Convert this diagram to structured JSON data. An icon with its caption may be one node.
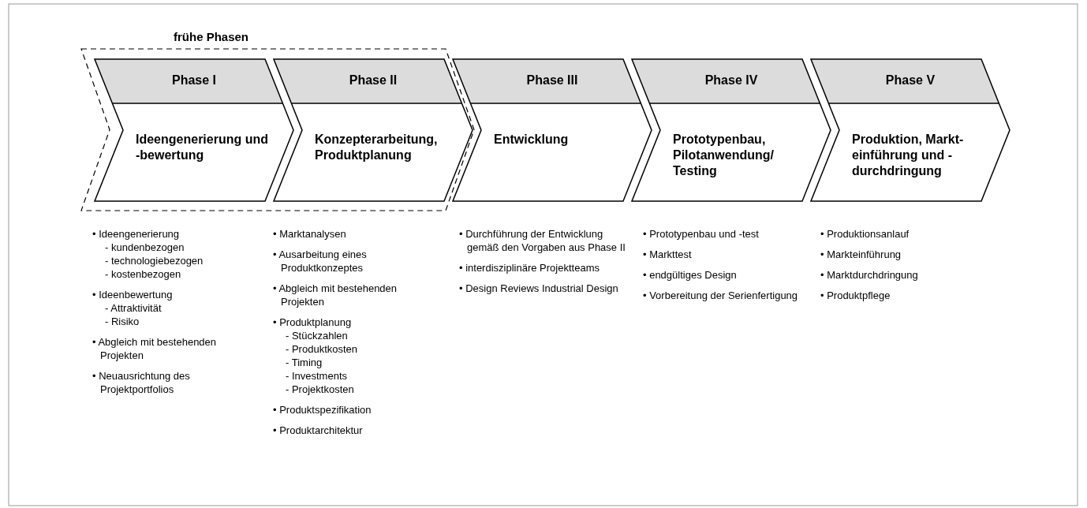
{
  "diagram": {
    "nodes": [
      {
        "text": [
          "frühe Phasen"
        ]
      },
      {
        "text": [
          "Phase I",
          "Ideengenerierung und -bewertung"
        ],
        "in": 0,
        "beside": [
          "• Ideengenerierung",
          "- kundenbezogen",
          "- technologiebezogen",
          "- kostenbezogen",
          "• Ideenbewertung",
          "- Attraktivität",
          "- Risiko",
          "• Abgleich mit bestehenden Projekten",
          "• Neuausrichtung des Projektportfolios"
        ]
      },
      {
        "text": [
          "Phase II",
          "Konzepterarbeitung, Produktplanung"
        ],
        "in": 0,
        "beside": [
          "• Marktanalysen",
          "• Ausarbeitung eines Produktkonzeptes",
          "• Abgleich mit bestehenden Projekten",
          "• Produktplanung",
          "- Stückzahlen",
          "- Produktkosten",
          "- Timing",
          "- Investments",
          "- Projektkosten",
          "• Produktspezifikation",
          "• Produktarchitektur"
        ]
      },
      {
        "text": [
          "Phase III",
          "Entwicklung"
        ],
        "beside": [
          "• Durchführung der Entwicklung gemäß den Vorgaben aus Phase II",
          "• interdisziplinäre Projektteams",
          "• Design Reviews Industrial Design"
        ]
      },
      {
        "text": [
          "Phase IV",
          "Prototypenbau, Pilotanwendung/ Testing"
        ],
        "beside": [
          "• Prototypenbau und -test",
          "• Markttest",
          "• endgültiges Design",
          "• Vorbereitung der Serienfertigung"
        ]
      },
      {
        "text": [
          "Phase V",
          "Produktion, Markt- einführung und -durchdringung"
        ],
        "beside": [
          "• Produktionsanlauf",
          "• Markteinführung",
          "• Marktdurchdringung",
          "• Produktpflege"
        ]
      }
    ],
    "edges": []
  }
}
